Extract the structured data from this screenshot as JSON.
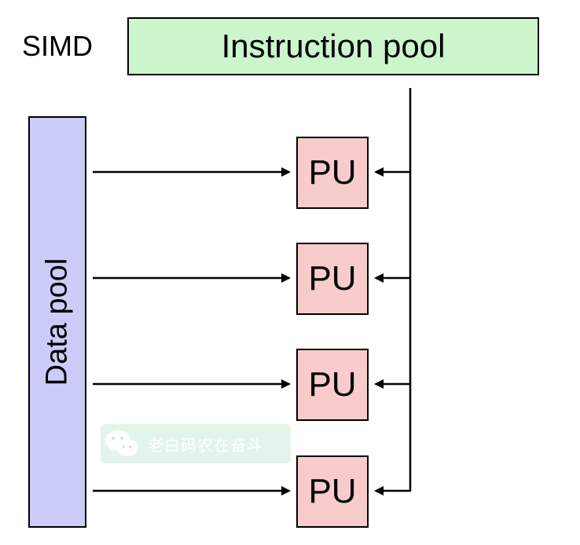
{
  "label": "SIMD",
  "instruction_pool": {
    "text": "Instruction pool",
    "color": "#ccf5cc"
  },
  "data_pool": {
    "text": "Data pool",
    "color": "#ccccf8"
  },
  "processing_units": [
    {
      "label": "PU"
    },
    {
      "label": "PU"
    },
    {
      "label": "PU"
    },
    {
      "label": "PU"
    }
  ],
  "pu_color": "#f8cccc",
  "watermark": {
    "text": "老白码农在奋斗",
    "icon": "wechat-icon"
  }
}
